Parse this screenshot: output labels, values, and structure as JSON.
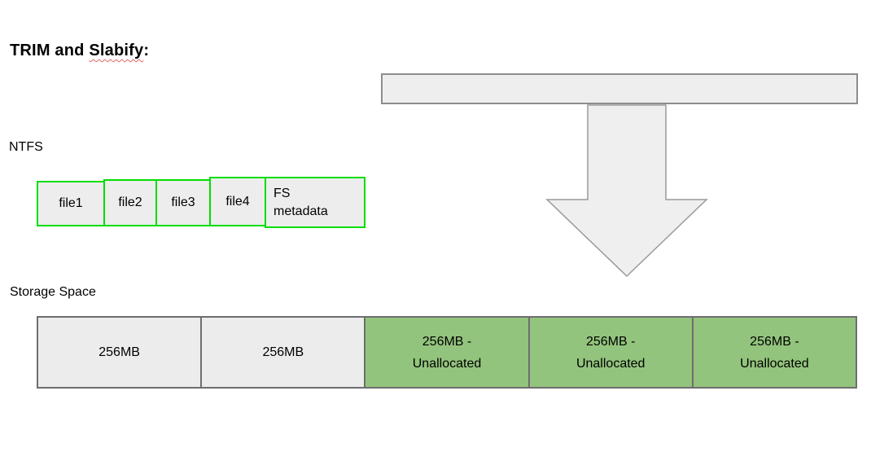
{
  "title": {
    "prefix": "TRIM and ",
    "misspelled_word": "Slabify",
    "suffix": ":"
  },
  "colors": {
    "file_block_border_green": "#00dd00",
    "file_block_fill": "#ededed",
    "allocated_fill": "#ececec",
    "unallocated_fill": "#93c47d",
    "shape_fill": "#eeeeee",
    "shape_border": "#8d8d8d",
    "storage_border": "#6e6e6e",
    "spellcheck_squiggle": "#e06666"
  },
  "shapes": {
    "top_bar": "horizontal-bar",
    "arrow": "block-arrow-down"
  },
  "ntfs": {
    "label": "NTFS",
    "blocks": [
      {
        "label": "file1"
      },
      {
        "label": "file2"
      },
      {
        "label": "file3"
      },
      {
        "label": "file4"
      },
      {
        "line1": "FS",
        "line2": "metadata"
      }
    ]
  },
  "storage": {
    "label": "Storage Space",
    "blocks": [
      {
        "label": "256MB",
        "state": "allocated"
      },
      {
        "label": "256MB",
        "state": "allocated"
      },
      {
        "line1": "256MB -",
        "line2": "Unallocated",
        "state": "unallocated"
      },
      {
        "line1": "256MB -",
        "line2": "Unallocated",
        "state": "unallocated"
      },
      {
        "line1": "256MB -",
        "line2": "Unallocated",
        "state": "unallocated"
      }
    ]
  }
}
